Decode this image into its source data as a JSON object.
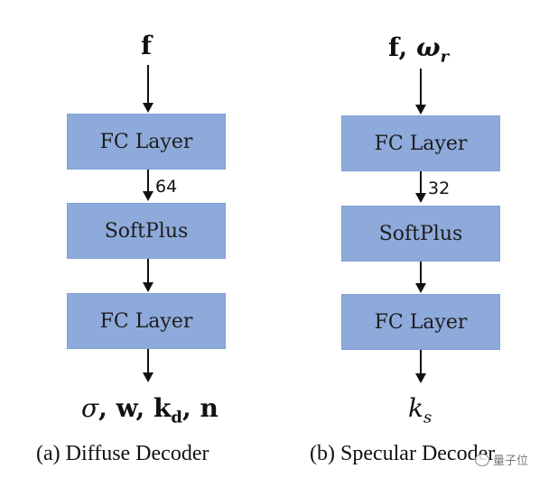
{
  "diffuse": {
    "input_label": "f",
    "layer1": "FC Layer",
    "dim1": "64",
    "activation": "SoftPlus",
    "layer2": "FC Layer",
    "output_sigma": "σ",
    "output_comma1": ", ",
    "output_w": "w",
    "output_comma2": ", ",
    "output_k": "k",
    "output_k_sub": "d",
    "output_comma3": ", ",
    "output_n": "n",
    "caption": "(a) Diffuse Decoder"
  },
  "specular": {
    "input_f": "f",
    "input_comma": ", ",
    "input_omega": "ω",
    "input_omega_sub": "r",
    "layer1": "FC Layer",
    "dim1": "32",
    "activation": "SoftPlus",
    "layer2": "FC Layer",
    "output_k": "k",
    "output_k_sub": "s",
    "caption": "(b) Specular Decoder"
  },
  "watermark": {
    "text": "量子位",
    "icon": "wechat-logo-icon"
  },
  "colors": {
    "box_fill": "#8eaadb",
    "box_border": "#7f9fd6",
    "arrow": "#111111"
  }
}
